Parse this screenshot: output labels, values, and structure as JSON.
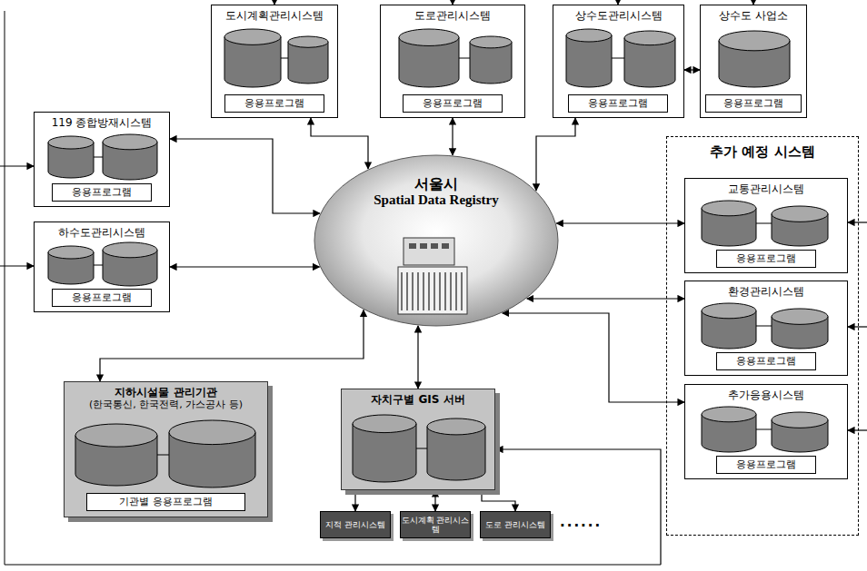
{
  "diagram": {
    "nodes": [
      {
        "text": [
          "도시계획관리시스템"
        ]
      },
      {
        "text": [
          "응용프로그램"
        ],
        "in": 0
      },
      {
        "text": [
          "도로관리시스템"
        ]
      },
      {
        "text": [
          "응용프로그램"
        ],
        "in": 2
      },
      {
        "text": [
          "상수도관리시스템"
        ]
      },
      {
        "text": [
          "응용프로그램"
        ],
        "in": 4
      },
      {
        "text": [
          "상수도 사업소"
        ]
      },
      {
        "text": [
          "응용프로그램"
        ],
        "in": 6
      },
      {
        "text": [
          "119 종합방재시스템"
        ]
      },
      {
        "text": [
          "응용프로그램"
        ],
        "in": 8
      },
      {
        "text": [
          "하수도관리시스템"
        ]
      },
      {
        "text": [
          "응용프로그램"
        ],
        "in": 10
      },
      {
        "text": [
          "서울시",
          "Spatial Data Registry"
        ]
      },
      {
        "text": [
          "추가 예정 시스템"
        ]
      },
      {
        "text": [
          "교통관리시스템"
        ],
        "in": 13
      },
      {
        "text": [
          "응용프로그램"
        ],
        "in": 14
      },
      {
        "text": [
          "환경관리시스템"
        ],
        "in": 13
      },
      {
        "text": [
          "응용프로그램"
        ],
        "in": 16
      },
      {
        "text": [
          "추가응용시스템"
        ],
        "in": 13
      },
      {
        "text": [
          "응용프로그램"
        ],
        "in": 18
      },
      {
        "text": [
          "지하시설물 관리기관",
          "(한국통신, 한국전력, 가스공사 등)"
        ]
      },
      {
        "text": [
          "기관별 응용프로그램"
        ],
        "in": 20
      },
      {
        "text": [
          "자치구별 GIS 서버"
        ]
      },
      {
        "text": [
          "지적 관리시스템"
        ]
      },
      {
        "text": [
          "도시계획 관리시스템"
        ]
      },
      {
        "text": [
          "도로 관리시스템"
        ]
      }
    ],
    "edges": [
      {
        "from": 0,
        "to": 12,
        "arrow": "both"
      },
      {
        "from": 2,
        "to": 12,
        "arrow": "both"
      },
      {
        "from": 4,
        "to": 12,
        "arrow": "both"
      },
      {
        "from": 4,
        "to": 6,
        "arrow": "both"
      },
      {
        "from": 8,
        "to": 12,
        "arrow": "both"
      },
      {
        "from": 10,
        "to": 12,
        "arrow": "both"
      },
      {
        "from": 14,
        "to": 12,
        "arrow": "both"
      },
      {
        "from": 16,
        "to": 12,
        "arrow": "both"
      },
      {
        "from": 18,
        "to": 12,
        "arrow": "both"
      },
      {
        "from": 20,
        "to": 12,
        "arrow": "both"
      },
      {
        "from": 22,
        "to": 12,
        "arrow": "both"
      },
      {
        "from": 22,
        "to": 23,
        "arrow": "to"
      },
      {
        "from": 22,
        "to": 24,
        "arrow": "both"
      },
      {
        "from": 22,
        "to": 25,
        "arrow": "to"
      }
    ],
    "labels": [
      "......"
    ]
  }
}
